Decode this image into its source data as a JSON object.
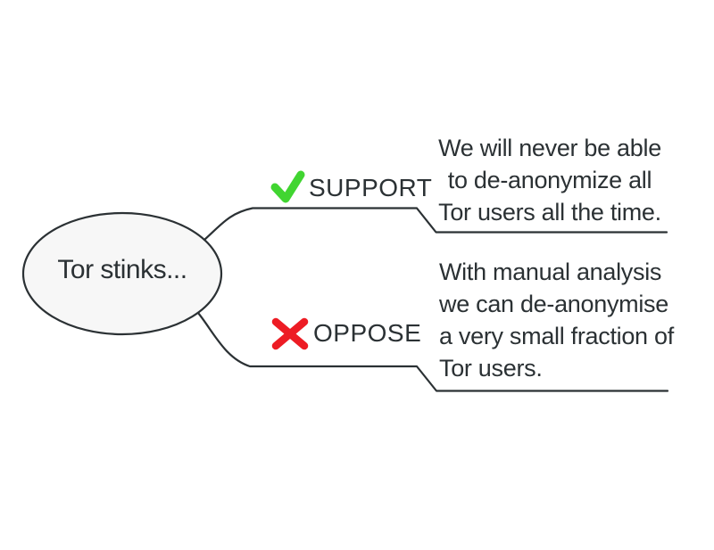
{
  "diagram": {
    "root": {
      "label": "Tor stinks..."
    },
    "branches": [
      {
        "stance": "support",
        "label": "SUPPORT",
        "icon": "check-icon",
        "note": "We will never be able\nto de-anonymize all\nTor users all the time."
      },
      {
        "stance": "oppose",
        "label": "OPPOSE",
        "icon": "cross-icon",
        "note": "With manual analysis\nwe can de-anonymise\na very small fraction of\nTor users."
      }
    ]
  },
  "colors": {
    "ink": "#2b3134",
    "check_green": "#41d531",
    "cross_red": "#ed1c24",
    "ellipse_fill": "#f7f7f7",
    "background": "#ffffff"
  }
}
